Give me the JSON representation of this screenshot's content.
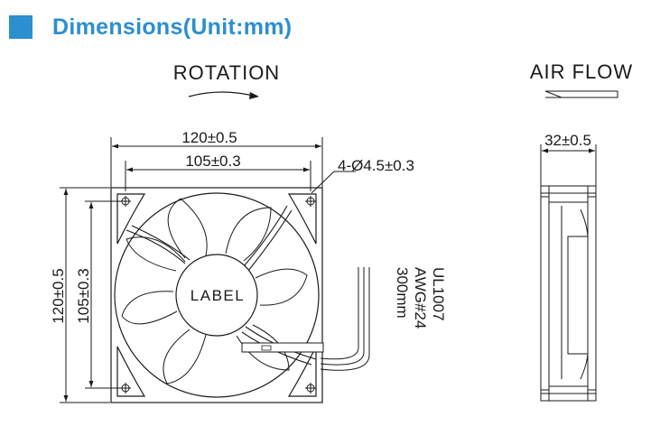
{
  "header": {
    "title": "Dimensions(Unit:mm)"
  },
  "colors": {
    "accent": "#2b8fd0",
    "line": "#1a1a1a"
  },
  "front_view": {
    "rotation_label": "ROTATION",
    "width_outer": "120±0.5",
    "width_hole": "105±0.3",
    "hole_spec": "4-Ø4.5±0.3",
    "height_outer": "120±0.5",
    "height_hole": "105±0.3",
    "hub_label": "LABEL",
    "wire_spec": [
      "UL1007",
      "AWG#24",
      "300mm"
    ]
  },
  "side_view": {
    "airflow_label": "AIR FLOW",
    "thickness": "32±0.5"
  }
}
